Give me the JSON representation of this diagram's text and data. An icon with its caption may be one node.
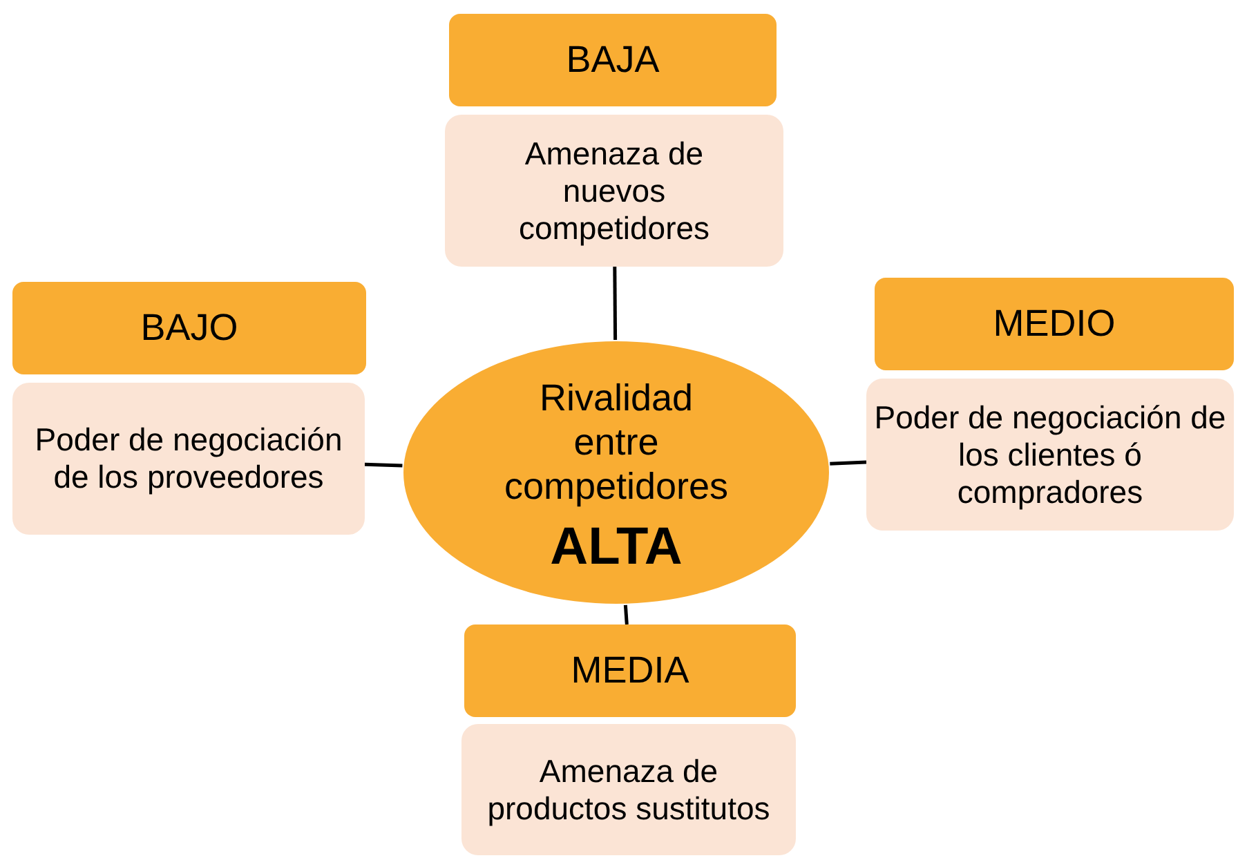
{
  "diagram": {
    "nodes": [
      {
        "text": [
          "BAJA"
        ]
      },
      {
        "text": [
          "Amenaza de nuevos competidores"
        ]
      },
      {
        "text": [
          "BAJO"
        ]
      },
      {
        "text": [
          "MEDIO"
        ]
      },
      {
        "text": [
          "Rivalidad entre competidores",
          "ALTA"
        ]
      },
      {
        "text": [
          "Poder de negociación de los proveedores"
        ]
      },
      {
        "text": [
          "Poder de negociación de los clientes ó compradores"
        ]
      },
      {
        "text": [
          "MEDIA"
        ]
      },
      {
        "text": [
          "Amenaza de productos sustitutos"
        ]
      }
    ],
    "edges": [
      {
        "from": 4,
        "to": 1,
        "arrow": "none"
      },
      {
        "from": 4,
        "to": 5,
        "arrow": "none"
      },
      {
        "from": 4,
        "to": 6,
        "arrow": "none"
      },
      {
        "from": 4,
        "to": 7,
        "arrow": "none"
      }
    ]
  }
}
